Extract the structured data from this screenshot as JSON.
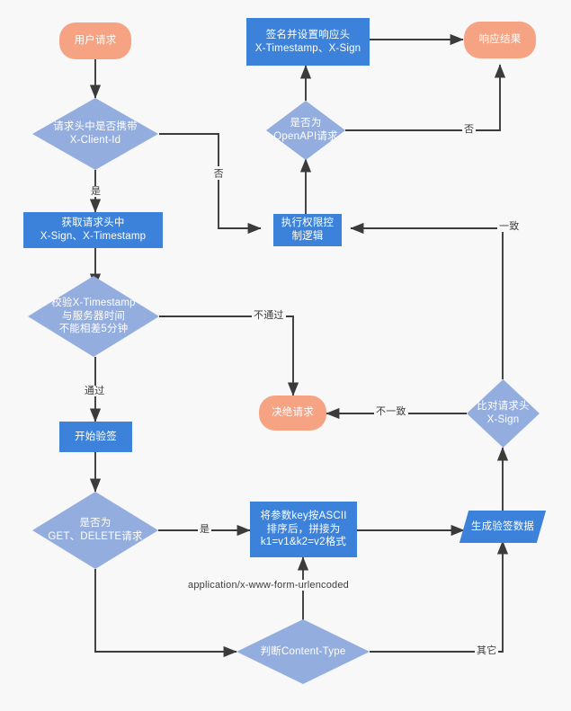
{
  "diagram": {
    "title": "API signature verification flowchart",
    "background_color": "#f8f8f9",
    "edge_color": "#3b3b3b",
    "colors": {
      "terminator": "#f6a384",
      "process": "#3d82da",
      "decision": "#93addf",
      "data": "#3d82da",
      "node_text": "#ffffff",
      "label_text": "#3b3b3b"
    }
  },
  "nodes": {
    "start": {
      "label": "用户请求",
      "type": "terminator"
    },
    "check_client_id": {
      "label": "请求头中是否携带\nX-Client-Id",
      "type": "decision"
    },
    "get_headers": {
      "label": "获取请求头中\nX-Sign、X-Timestamp",
      "type": "process"
    },
    "verify_timestamp": {
      "label": "校验X-Timestamp\n与服务器时间\n不能相差5分钟",
      "type": "decision"
    },
    "start_verify": {
      "label": "开始验签",
      "type": "process"
    },
    "is_get_delete": {
      "label": "是否为\nGET、DELETE请求",
      "type": "decision"
    },
    "sort_params": {
      "label": "将参数key按ASCII\n排序后，拼接为\nk1=v1&k2=v2格式",
      "type": "process"
    },
    "judge_content_type": {
      "label": "判断Content-Type",
      "type": "decision"
    },
    "gen_sign_data": {
      "label": "生成验签数据",
      "type": "data"
    },
    "compare_sign": {
      "label": "比对请求头\nX-Sign",
      "type": "decision"
    },
    "reject": {
      "label": "决绝请求",
      "type": "terminator"
    },
    "auth_logic": {
      "label": "执行权限控\n制逻辑",
      "type": "process"
    },
    "is_openapi": {
      "label": "是否为\nOpenAPI请求",
      "type": "decision"
    },
    "sign_response": {
      "label": "签名并设置响应头\nX-Timestamp、X-Sign",
      "type": "process"
    },
    "response_result": {
      "label": "响应结果",
      "type": "terminator"
    }
  },
  "edge_labels": {
    "client_id_yes": "是",
    "client_id_no": "否",
    "timestamp_pass": "通过",
    "timestamp_fail": "不通过",
    "get_delete_yes": "是",
    "content_type_urlencoded": "application/x-www-form-urlencoded",
    "content_type_other": "其它",
    "sign_match": "一致",
    "sign_mismatch": "不一致",
    "openapi_no": "否"
  }
}
